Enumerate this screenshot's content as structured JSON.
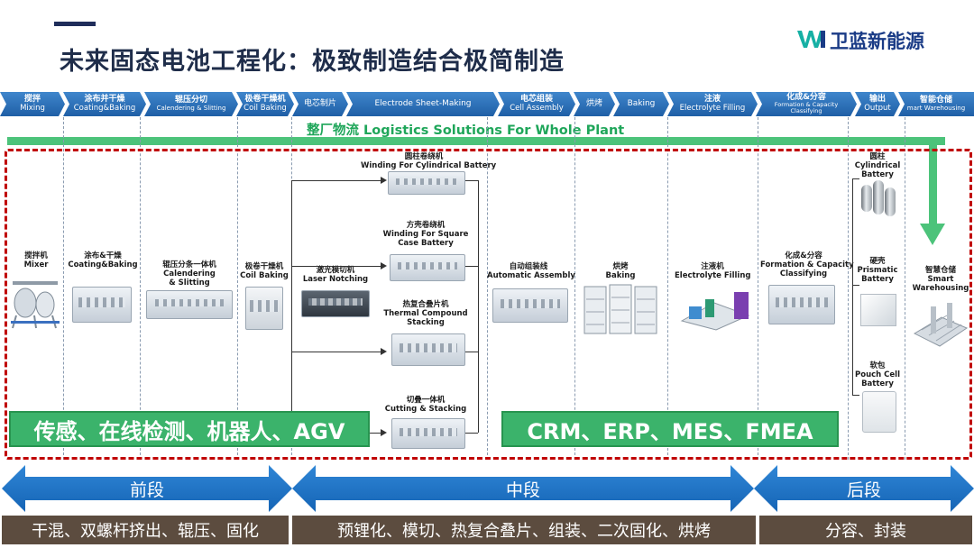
{
  "header": {
    "title": "未来固态电池工程化：极致制造结合极简制造",
    "logo_text": "卫蓝新能源",
    "logo_mark": "wl-logo-mark"
  },
  "strip": {
    "steps": [
      {
        "zh": "搅拌",
        "en": "Mixing"
      },
      {
        "zh": "涂布并干燥",
        "en": "Coating&Baking"
      },
      {
        "zh": "辊压分切",
        "en": "Calendering & Slitting"
      },
      {
        "zh": "极卷干燥机",
        "en": "Coil Baking"
      },
      {
        "text": "电芯制片"
      },
      {
        "text": "Electrode Sheet-Making"
      },
      {
        "zh": "电芯组装",
        "en": "Cell Assembly"
      },
      {
        "text": "烘烤"
      },
      {
        "text": "Baking"
      },
      {
        "zh": "注液",
        "en": "Electrolyte Filling"
      },
      {
        "zh": "化成&分容",
        "en": "Formation & Capacity Classifying"
      },
      {
        "zh": "输出",
        "en": "Output"
      },
      {
        "zh": "智能仓储",
        "en": "mart Warehousing"
      }
    ]
  },
  "logistics": {
    "text": "整厂物流 Logistics Solutions For Whole Plant"
  },
  "machines": {
    "mixer": {
      "zh": "搅拌机",
      "en": "Mixer"
    },
    "coating": {
      "zh": "涂布&干燥",
      "en": "Coating&Baking"
    },
    "calender": {
      "zh": "辊压分条一体机",
      "en1": "Calendering",
      "en2": "& Slitting"
    },
    "coil_baking": {
      "zh": "极卷干燥机",
      "en": "Coil Baking"
    },
    "laser": {
      "zh": "激光模切机",
      "en": "Laser Notching"
    },
    "winding_cyl": {
      "zh": "圆柱卷绕机",
      "en": "Winding For Cylindrical  Battery"
    },
    "winding_sq": {
      "zh": "方壳卷绕机",
      "en1": "Winding For Square",
      "en2": "Case Battery"
    },
    "stacking": {
      "zh": "热复合叠片机",
      "en1": "Thermal Compound",
      "en2": "Stacking"
    },
    "cut_stack": {
      "zh": "切叠一体机",
      "en": "Cutting & Stacking"
    },
    "assembly": {
      "zh": "自动组装线",
      "en": "Automatic Assembly"
    },
    "baking": {
      "zh": "烘烤",
      "en": "Baking"
    },
    "filling": {
      "zh": "注液机",
      "en": "Electrolyte Filling"
    },
    "formation": {
      "zh": "化成&分容",
      "en1": "Formation & Capacity",
      "en2": "Classifying"
    },
    "cylindrical": {
      "zh": "圆柱",
      "en1": "Cylindrical",
      "en2": "Battery"
    },
    "prismatic": {
      "zh": "硬壳",
      "en1": "Prismatic",
      "en2": "Battery"
    },
    "pouch": {
      "zh": "软包",
      "en1": "Pouch Cell",
      "en2": "Battery"
    },
    "warehouse": {
      "zh": "智慧仓储",
      "en1": "Smart",
      "en2": "Warehousing"
    }
  },
  "green_boxes": {
    "left": "传感、在线检测、机器人、AGV",
    "right": "CRM、ERP、MES、FMEA"
  },
  "stages": {
    "front": "前段",
    "middle": "中段",
    "back": "后段"
  },
  "bottom": {
    "front": "干混、双螺杆挤出、辊压、固化",
    "middle": "预锂化、模切、热复合叠片、组装、二次固化、烘烤",
    "back": "分容、封装"
  },
  "colors": {
    "strip_blue": "#2a6fb8",
    "logistics_green": "#4cc37a",
    "frame_red": "#c00000",
    "stage_blue": "#1f74c6",
    "bottom_brown": "#5c4c3f",
    "title_navy": "#1f2d4a"
  }
}
